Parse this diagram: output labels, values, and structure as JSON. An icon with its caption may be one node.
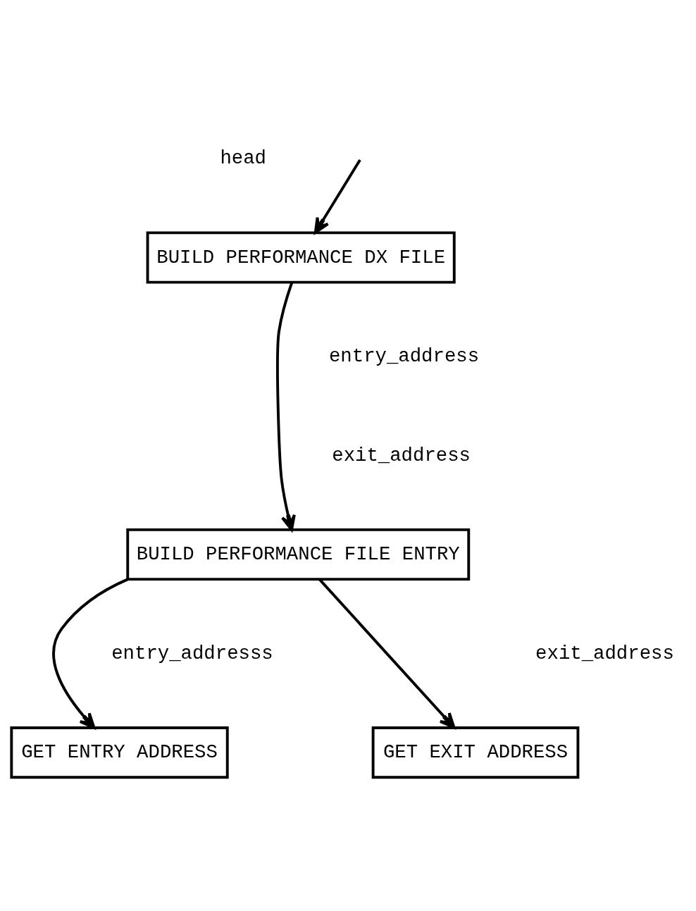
{
  "diagram": {
    "nodes": [
      {
        "text": [
          "BUILD PERFORMANCE DX FILE"
        ]
      },
      {
        "text": [
          "BUILD PERFORMANCE FILE ENTRY"
        ]
      },
      {
        "text": [
          "GET ENTRY ADDRESS"
        ]
      },
      {
        "text": [
          "GET EXIT ADDRESS"
        ]
      }
    ],
    "edges": [
      {
        "from": null,
        "to": 0,
        "arrow": "to"
      },
      {
        "from": 0,
        "to": 1,
        "arrow": "to"
      },
      {
        "from": 1,
        "to": 2,
        "arrow": "to"
      },
      {
        "from": 1,
        "to": 3,
        "arrow": "to"
      }
    ],
    "labels": [
      "head",
      "entry_address",
      "exit_address",
      "entry_addresss",
      "exit_address"
    ]
  }
}
